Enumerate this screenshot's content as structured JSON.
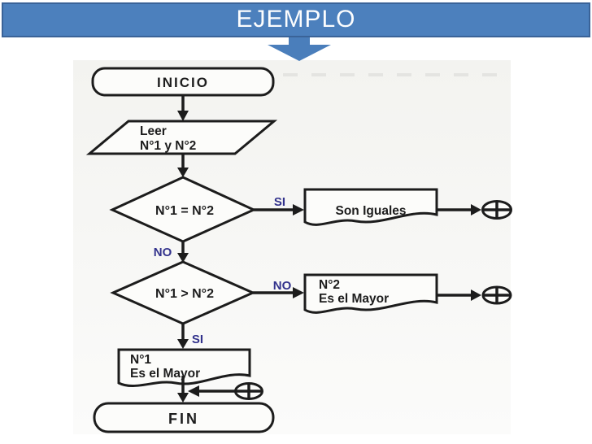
{
  "banner": {
    "title": "EJEMPLO",
    "bg_color": "#4C80BD",
    "border_color": "#3A6398",
    "text_color": "#FCFDFE",
    "arrow_color": "#4A7EBB"
  },
  "flowchart": {
    "nodes": {
      "inicio": {
        "type": "terminator",
        "label": "INICIO"
      },
      "leer": {
        "type": "input",
        "lines": [
          "Leer",
          "N°1 y N°2"
        ]
      },
      "dec_igual": {
        "type": "decision",
        "label": "N°1 = N°2"
      },
      "doc_iguales": {
        "type": "document",
        "label": "Son Iguales"
      },
      "dec_mayor": {
        "type": "decision",
        "label": "N°1 > N°2"
      },
      "doc_n2": {
        "type": "document",
        "lines": [
          "N°2",
          "Es el Mayor"
        ]
      },
      "doc_n1": {
        "type": "document",
        "lines": [
          "N°1",
          "Es el Mayor"
        ]
      },
      "fin": {
        "type": "terminator",
        "label": "FIN"
      }
    },
    "edge_labels": {
      "si_right": "SI",
      "no_down": "NO",
      "no_right": "NO",
      "si_down": "SI"
    },
    "connectors": {
      "symbol": "circle-plus-junction",
      "count": 3
    },
    "colors": {
      "ink": "#1D1D1D",
      "edge_label_navy": "#32328C",
      "shape_fill": "#FCFCFA",
      "scan_background": "#F3F3F0"
    }
  }
}
